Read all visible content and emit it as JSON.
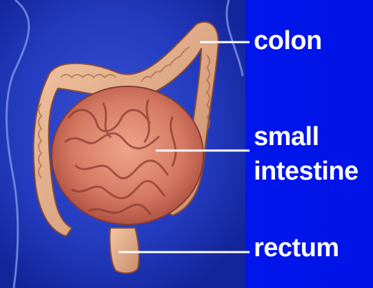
{
  "labels": {
    "colon": "colon",
    "small_intestine_line1": "small",
    "small_intestine_line2": "intestine",
    "rectum": "rectum"
  },
  "colors": {
    "background": "#0016ec",
    "label_text": "#ffffff",
    "leader_line": "#ffffff",
    "intestine": "#d9826a",
    "colon": "#e9b48e"
  }
}
